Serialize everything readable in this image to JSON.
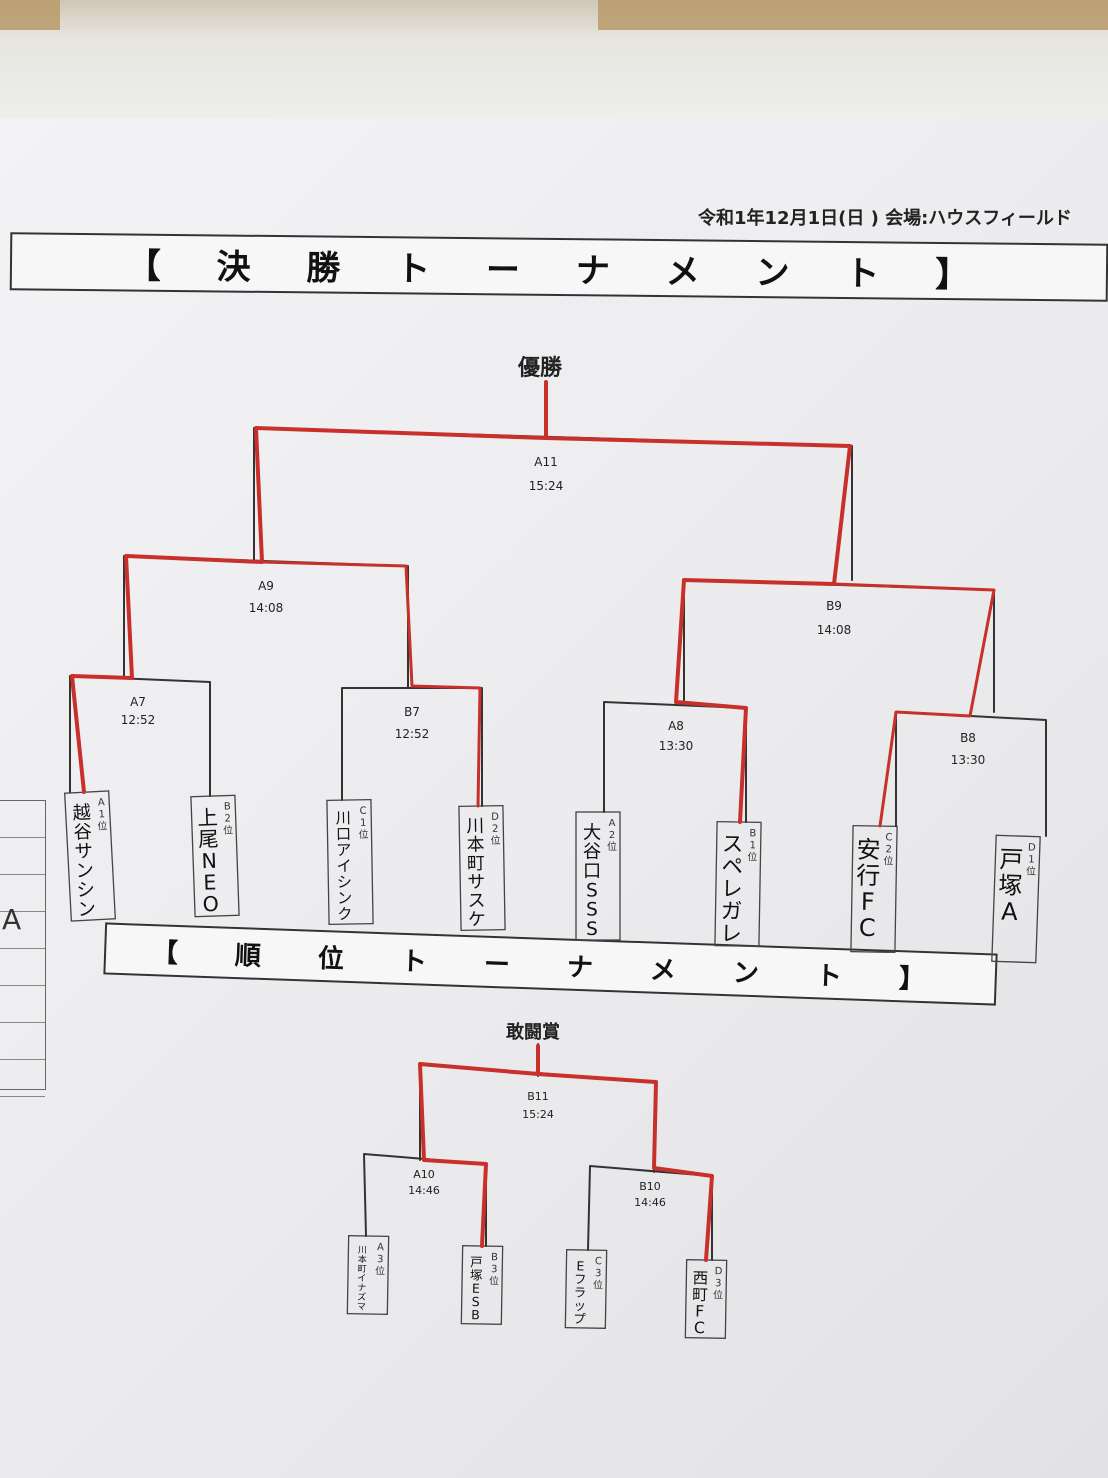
{
  "header": {
    "date_venue": "令和1年12月1日(日 )  会場:ハウスフィールド"
  },
  "final_tournament": {
    "title": "【 決 勝 ト ー ナ メ ン ト 】",
    "champion_label": "優勝",
    "matches": [
      {
        "id": "A11",
        "time": "15:24"
      },
      {
        "id": "A9",
        "time": "14:08"
      },
      {
        "id": "B9",
        "time": "14:08"
      },
      {
        "id": "A7",
        "time": "12:52"
      },
      {
        "id": "B7",
        "time": "12:52"
      },
      {
        "id": "A8",
        "time": "13:30"
      },
      {
        "id": "B8",
        "time": "13:30"
      }
    ],
    "teams": [
      {
        "seed": "A 1位",
        "name": "越谷サンシン"
      },
      {
        "seed": "B 2位",
        "name": "上尾NEO"
      },
      {
        "seed": "C 1位",
        "name": "川口アイシンク"
      },
      {
        "seed": "D 2位",
        "name": "川本町サスケ"
      },
      {
        "seed": "A 2位",
        "name": "大谷口SSS"
      },
      {
        "seed": "B 1位",
        "name": "スペレガレ"
      },
      {
        "seed": "C 2位",
        "name": "安行FC"
      },
      {
        "seed": "D 1位",
        "name": "戸塚A"
      }
    ]
  },
  "rank_tournament": {
    "title": "【 順 位 ト ー ナ メ ン ト 】",
    "fighting_spirit_label": "敢闘賞",
    "matches": [
      {
        "id": "B11",
        "time": "15:24"
      },
      {
        "id": "A10",
        "time": "14:46"
      },
      {
        "id": "B10",
        "time": "14:46"
      }
    ],
    "teams": [
      {
        "seed": "A 3位",
        "name": "川本町イナズマ"
      },
      {
        "seed": "B 3位",
        "name": "戸塚ESB"
      },
      {
        "seed": "C 3位",
        "name": "Eフラップ"
      },
      {
        "seed": "D 3位",
        "name": "西町FC"
      }
    ]
  },
  "side_table": {
    "mark": "A"
  },
  "colors": {
    "winner_line": "#c8302c",
    "line": "#333333",
    "paper": "#eeeef1"
  }
}
